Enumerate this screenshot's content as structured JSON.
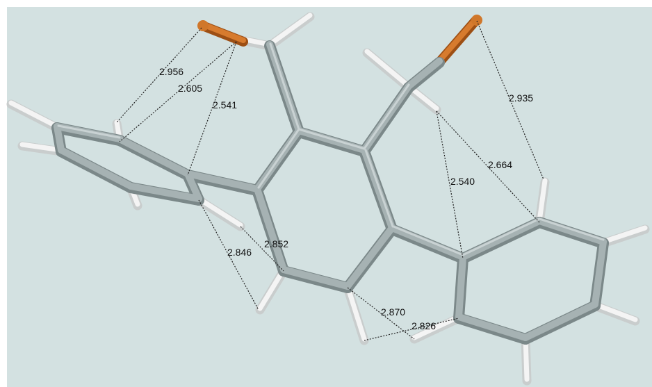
{
  "colors": {
    "background": "#d3e1e1",
    "carbon": "#8e9b9c",
    "carbon_highlight": "#c9d2d3",
    "hydrogen": "#f1f1f1",
    "bromine": "#c4661c",
    "dotted_line": "#222222"
  },
  "distances": [
    {
      "id": "d1",
      "value": "2.956"
    },
    {
      "id": "d2",
      "value": "2.605"
    },
    {
      "id": "d3",
      "value": "2.541"
    },
    {
      "id": "d4",
      "value": "2.935"
    },
    {
      "id": "d5",
      "value": "2.664"
    },
    {
      "id": "d6",
      "value": "2.540"
    },
    {
      "id": "d7",
      "value": "2.852"
    },
    {
      "id": "d8",
      "value": "2.846"
    },
    {
      "id": "d9",
      "value": "2.870"
    },
    {
      "id": "d10",
      "value": "2.826"
    }
  ]
}
